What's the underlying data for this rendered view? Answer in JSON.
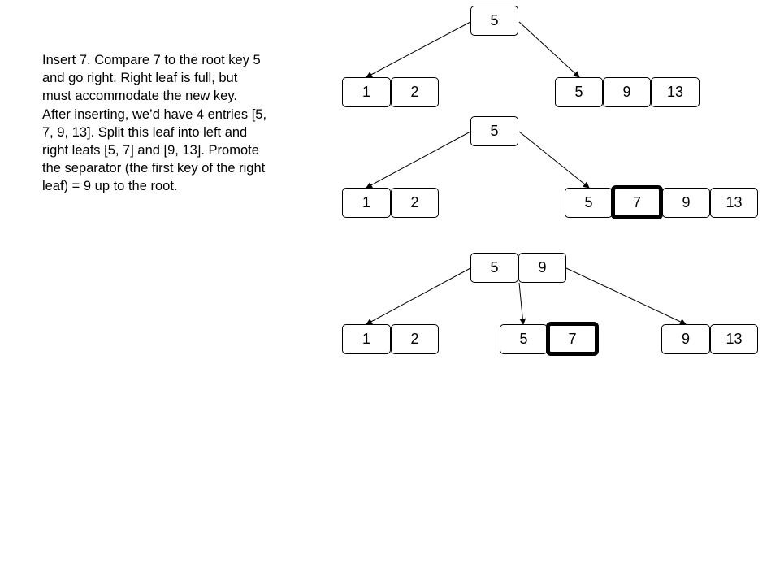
{
  "description": "Insert 7. Compare 7 to the root key 5\nand go right. Right leaf is full, but\nmust accommodate the new key.\nAfter inserting, we’d have 4 entries [5,\n7, 9, 13]. Split this leaf into left and\nright leafs [5, 7] and [9, 13]. Promote\nthe separator (the first key of the right\nleaf) = 9 up to the root.",
  "steps": [
    {
      "root": [
        "5"
      ],
      "leaves": [
        [
          "1",
          "2"
        ],
        [
          "5",
          "9",
          "13"
        ]
      ]
    },
    {
      "root": [
        "5"
      ],
      "leaves": [
        [
          "1",
          "2"
        ],
        [
          "5",
          "7",
          "9",
          "13"
        ]
      ],
      "highlighted_key": "7"
    },
    {
      "root": [
        "5",
        "9"
      ],
      "leaves": [
        [
          "1",
          "2"
        ],
        [
          "5",
          "7"
        ],
        [
          "9",
          "13"
        ]
      ],
      "highlighted_key": "7"
    }
  ]
}
